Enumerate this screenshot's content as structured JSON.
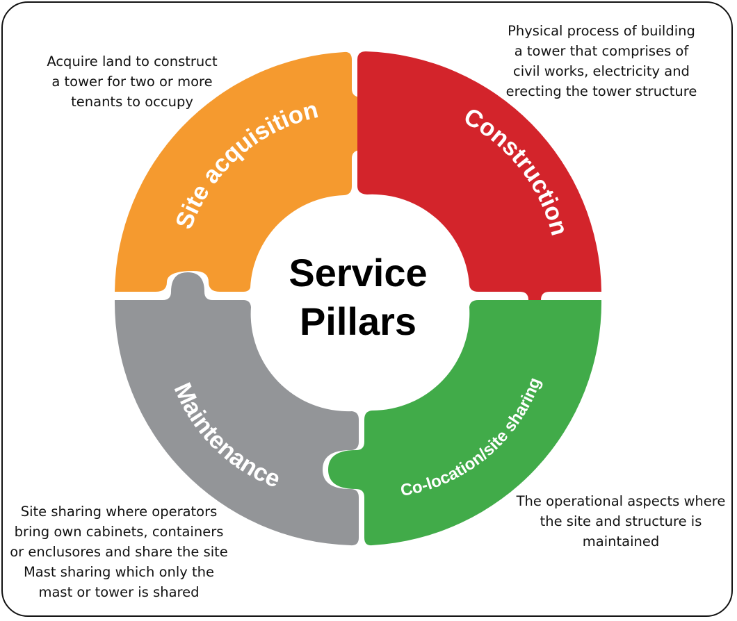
{
  "title": {
    "line1": "Service",
    "line2": "Pillars"
  },
  "colors": {
    "site_acquisition": "#f59a2f",
    "construction": "#d3242b",
    "colocation": "#41ab49",
    "maintenance": "#939598",
    "label_text": "#ffffff",
    "body_text": "#111111"
  },
  "pillars": [
    {
      "id": "site_acquisition",
      "label": "Site acquisition",
      "icon": "puzzle-piece-icon"
    },
    {
      "id": "construction",
      "label": "Construction",
      "icon": "puzzle-piece-icon"
    },
    {
      "id": "colocation",
      "label": "Co-location/site sharing",
      "icon": "puzzle-piece-icon"
    },
    {
      "id": "maintenance",
      "label": "Maintenance",
      "icon": "puzzle-piece-icon"
    }
  ],
  "descriptions": {
    "site_acquisition": [
      "Acquire land to construct",
      "a tower for two or more",
      "tenants to occupy"
    ],
    "construction": [
      "Physical process of building",
      "a tower that comprises of",
      "civil works, electricity and",
      "erecting the tower structure"
    ],
    "colocation": [
      "The operational aspects where",
      "the site and structure is",
      "maintained"
    ],
    "maintenance": [
      "Site sharing where operators",
      "bring own cabinets, containers",
      "or enclusores and share the site",
      "Mast sharing which only the",
      "mast or tower is shared"
    ]
  }
}
